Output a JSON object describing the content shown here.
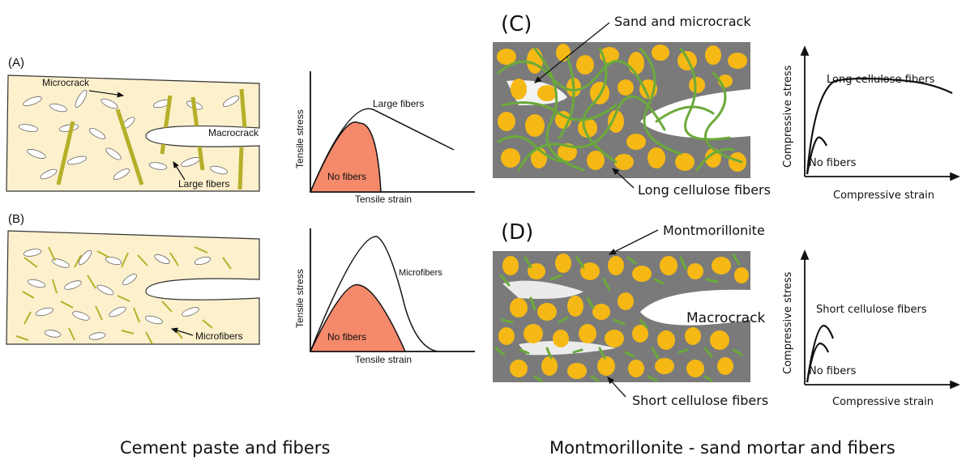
{
  "panels": {
    "A": {
      "tag": "(A)",
      "microcrack": "Microcrack",
      "macrocrack": "Macrocrack",
      "large_fibers": "Large fibers",
      "graph": {
        "ylabel": "Tensile stress",
        "xlabel": "Tensile strain",
        "curve_label": "Large fibers",
        "fill_label": "No fibers"
      }
    },
    "B": {
      "tag": "(B)",
      "microfibers": "Microfibers",
      "graph": {
        "ylabel": "Tensile stress",
        "xlabel": "Tensile strain",
        "curve_label": "Microfibers",
        "fill_label": "No fibers"
      }
    },
    "C": {
      "tag": "(C)",
      "sand_microcrack": "Sand and microcrack",
      "long_fibers": "Long cellulose fibers",
      "graph": {
        "ylabel": "Compressive stress",
        "xlabel": "Compressive strain",
        "curve_label": "Long cellulose fibers",
        "fill_label": "No fibers"
      }
    },
    "D": {
      "tag": "(D)",
      "montmorillonite": "Montmorillonite",
      "macrocrack": "Macrocrack",
      "short_fibers": "Short cellulose fibers",
      "graph": {
        "ylabel": "Compressive stress",
        "xlabel": "Compressive strain",
        "curve_label": "Short cellulose fibers",
        "fill_label": "No fibers"
      }
    }
  },
  "captions": {
    "left": "Cement paste and fibers",
    "right": "Montmorillonite - sand mortar and fibers"
  },
  "colors": {
    "paste": "#fdf0cd",
    "fiber_large": "#b5b02a",
    "nofiber_fill": "#f4896b",
    "mortar": "#7a7a7a",
    "sand": "#f5b814",
    "cellulose": "#6aaa3a"
  }
}
